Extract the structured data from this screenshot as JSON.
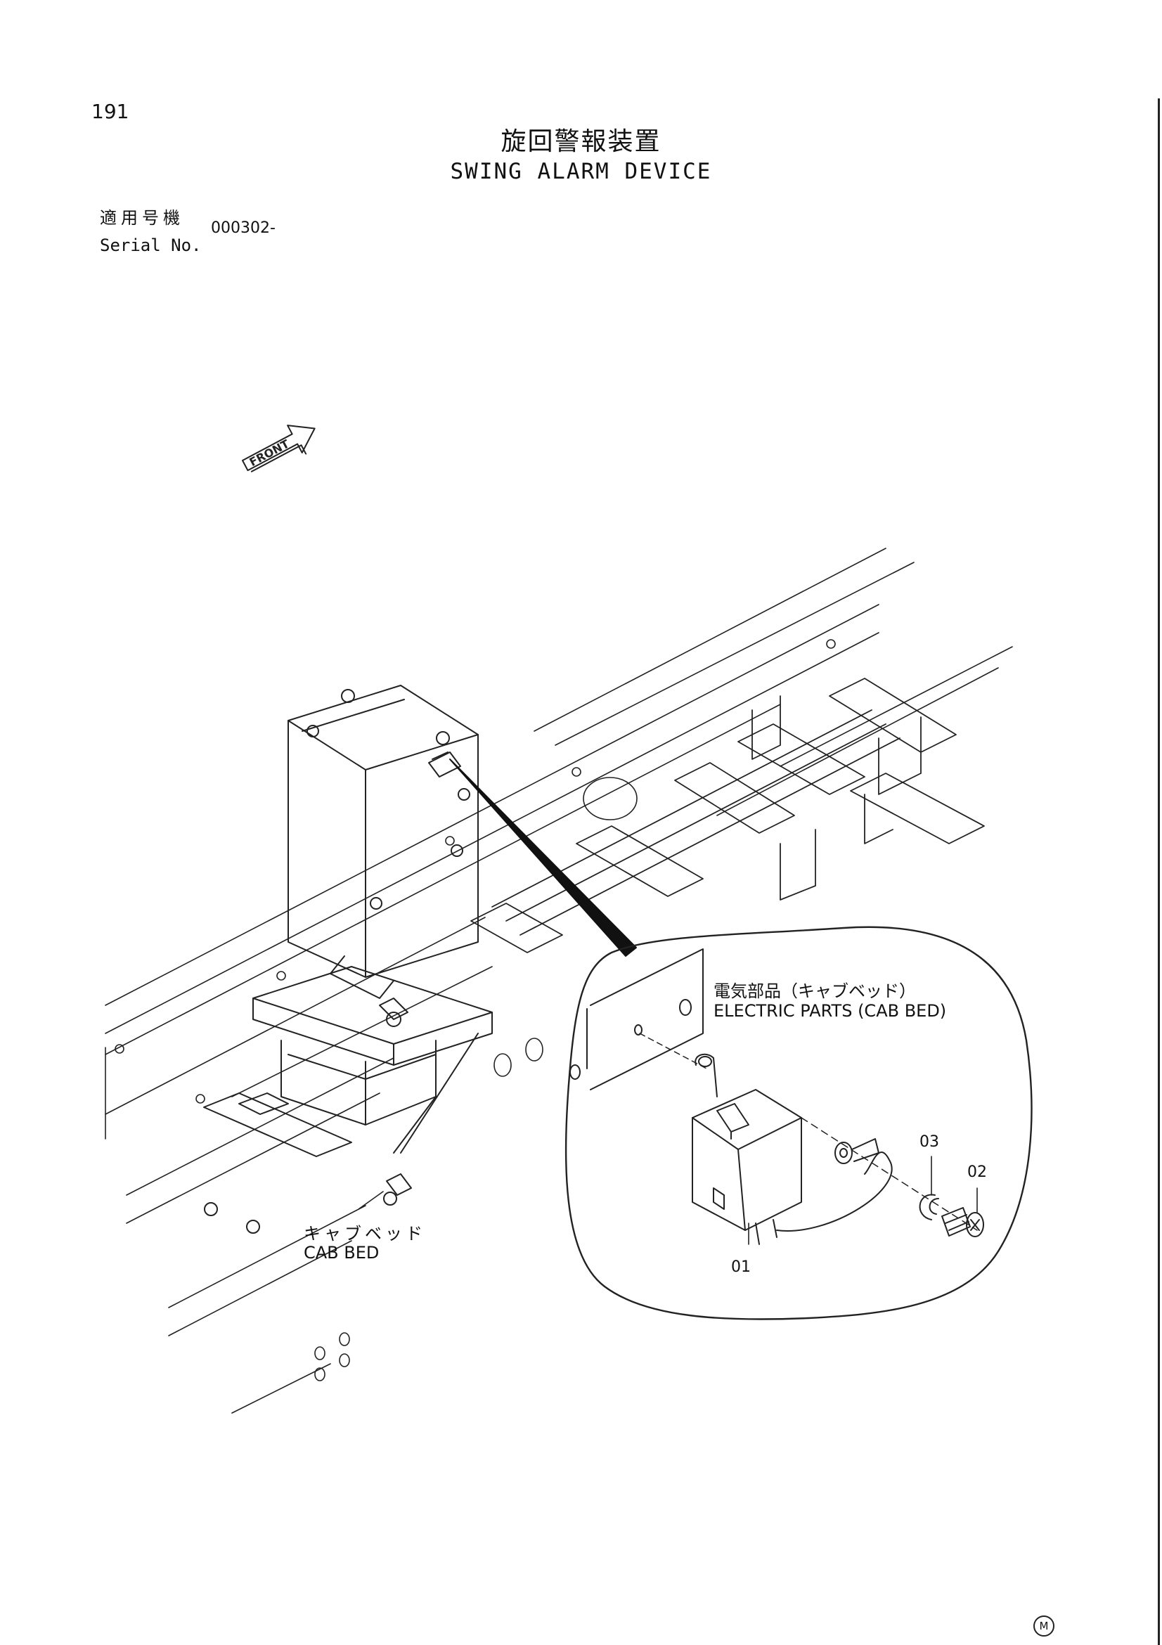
{
  "header": {
    "page_number": "191",
    "title_ja": "旋回警報装置",
    "title_en": "SWING ALARM DEVICE",
    "serial_label_ja": "適用号機",
    "serial_label_en": "Serial No.",
    "serial_value": "000302-"
  },
  "diagram": {
    "front_marker": "FRONT",
    "detail_callout_ja": "電気部品（キャブベッド）",
    "detail_callout_en": "ELECTRIC PARTS (CAB BED)",
    "cab_bed_callout_ja": "キャブベッド",
    "cab_bed_callout_en": "CAB BED",
    "part_numbers": [
      "01",
      "02",
      "03"
    ]
  },
  "footer": {
    "mark": "M"
  }
}
